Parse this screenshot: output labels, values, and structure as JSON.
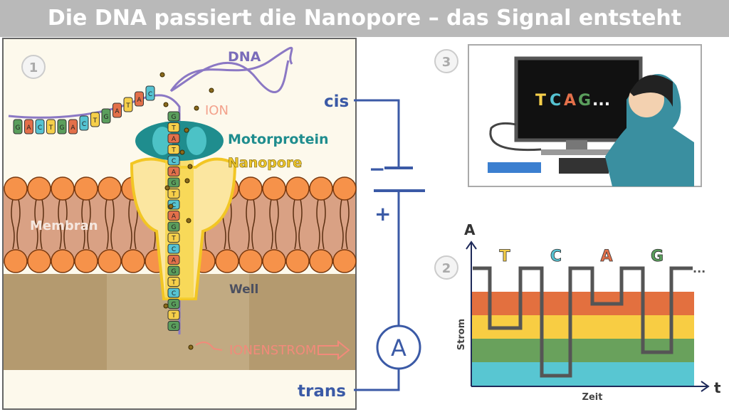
{
  "title": "Die DNA passiert die Nanopore – das Signal entsteht",
  "panel1": {
    "number": "1",
    "dna": "DNA",
    "ion": "ION",
    "motor": "Motorprotein",
    "nanopore": "Nanopore",
    "membrane": "Membran",
    "well": "Well",
    "ionstrom": "IONENSTROM",
    "free_strand": [
      "G",
      "A",
      "C",
      "T",
      "G",
      "A",
      "C",
      "T",
      "G",
      "A",
      "T",
      "A",
      "C"
    ],
    "pore_strand": [
      "G",
      "T",
      "A",
      "T",
      "C",
      "A",
      "G",
      "T",
      "C",
      "A",
      "G",
      "T",
      "C",
      "A",
      "G",
      "T",
      "C",
      "G",
      "T",
      "G"
    ]
  },
  "circuit": {
    "cis": "cis",
    "trans": "trans",
    "minus": "−",
    "plus": "+",
    "ammeter": "A"
  },
  "panel3": {
    "number": "3",
    "screen_text": [
      "T",
      "C",
      "A",
      "G",
      "..."
    ]
  },
  "panel2": {
    "number": "2",
    "y_axis": "A",
    "x_axis": "t",
    "ylabel": "Strom",
    "xlabel": "Zeit",
    "bases": [
      "T",
      "C",
      "A",
      "G"
    ],
    "dots": "..."
  },
  "colors": {
    "G": "#5a9e5c",
    "A": "#e3704a",
    "C": "#56c3d2",
    "T": "#f6cf4a",
    "wire": "#3b5aa6",
    "membrane": "#d9a184",
    "lipid": "#f6924a"
  }
}
